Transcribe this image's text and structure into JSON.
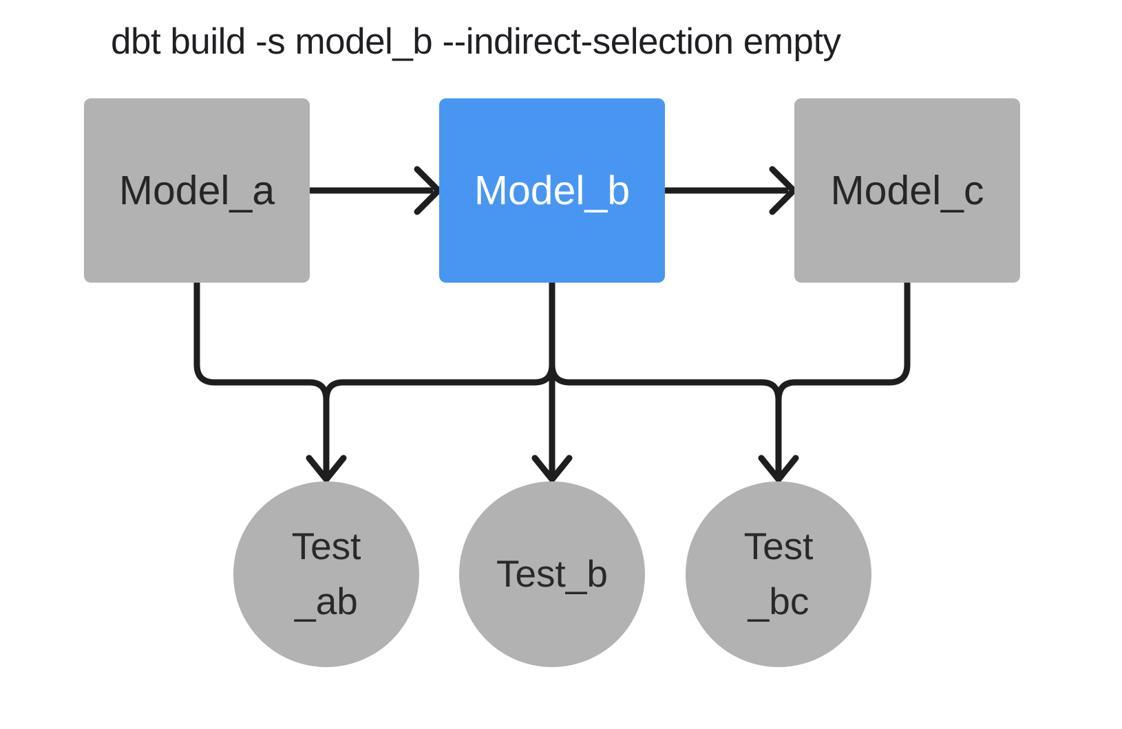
{
  "diagram": {
    "title": "dbt build -s model_b --indirect-selection empty",
    "colors": {
      "selected_node": "#4896f2",
      "unselected_node": "#b2b2b2",
      "edge": "#1e1e1e",
      "background": "#ffffff",
      "title_text": "#1f2023",
      "node_text_dark": "#262626",
      "node_text_light": "#ffffff"
    },
    "models": [
      {
        "id": "model_a",
        "label": "Model_a",
        "selected": false
      },
      {
        "id": "model_b",
        "label": "Model_b",
        "selected": true
      },
      {
        "id": "model_c",
        "label": "Model_c",
        "selected": false
      }
    ],
    "tests": [
      {
        "id": "test_ab",
        "label": "Test\n_ab"
      },
      {
        "id": "test_b",
        "label": "Test_b"
      },
      {
        "id": "test_bc",
        "label": "Test\n_bc"
      }
    ],
    "edges": [
      "model_a -> model_b",
      "model_b -> model_c",
      "model_a -> test_ab",
      "model_b -> test_ab",
      "model_b -> test_b",
      "model_b -> test_bc",
      "model_c -> test_bc"
    ]
  }
}
